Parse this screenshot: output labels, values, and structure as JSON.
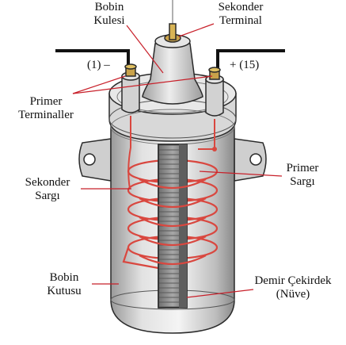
{
  "labels": {
    "bobin_kulesi": [
      "Bobin",
      "Kulesi"
    ],
    "sekonder_terminal": [
      "Sekonder",
      "Terminal"
    ],
    "terminal_neg": "(1) –",
    "terminal_pos": "+ (15)",
    "primer_terminaller": [
      "Primer",
      "Terminaller"
    ],
    "sekonder_sargi": [
      "Sekonder",
      "Sargı"
    ],
    "primer_sargi": [
      "Primer",
      "Sargı"
    ],
    "bobin_kutusu": [
      "Bobin",
      "Kutusu"
    ],
    "demir_cekirdek": [
      "Demir Çekirdek",
      "(Nüve)"
    ]
  },
  "colors": {
    "leader_line": "#c8202a",
    "winding": "#d9473f",
    "wire": "#111111",
    "body_fill": "#d4d4d4",
    "outline": "#2a2a2a",
    "core_fill": "#8c8c8c",
    "brass": "#c9a24a"
  }
}
